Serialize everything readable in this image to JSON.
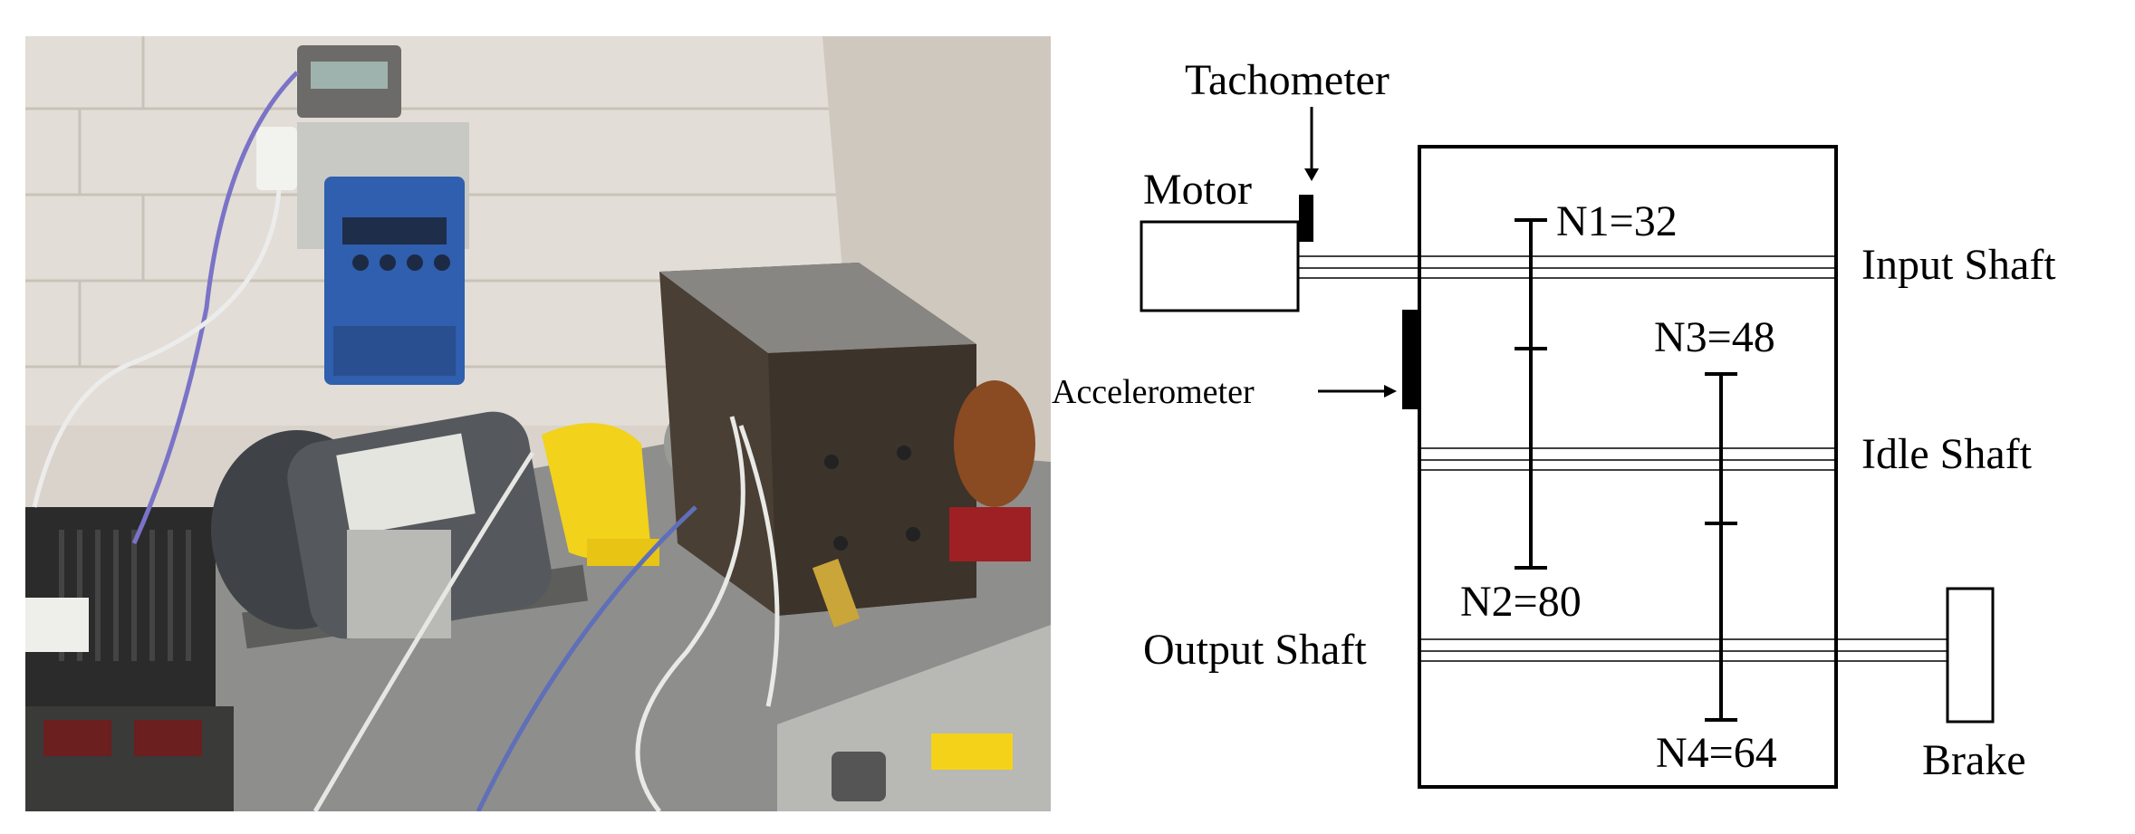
{
  "photo": {
    "description_free": true
  },
  "schematic": {
    "tachometer_label": "Tachometer",
    "motor_label": "Motor",
    "accelerometer_label": "Accelerometer",
    "input_shaft_label": "Input Shaft",
    "idle_shaft_label": "Idle Shaft",
    "output_shaft_label": "Output Shaft",
    "brake_label": "Brake",
    "gears": {
      "n1": "N1=32",
      "n2": "N2=80",
      "n3": "N3=48",
      "n4": "N4=64"
    }
  }
}
